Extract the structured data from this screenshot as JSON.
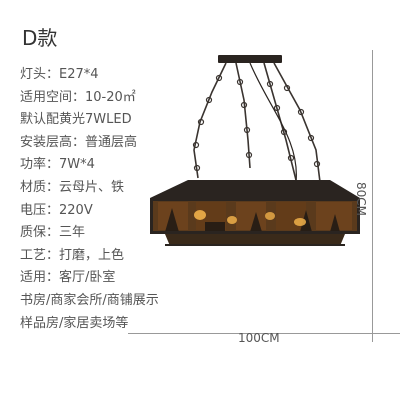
{
  "title": "D款",
  "specs": [
    "灯头：E27*4",
    "适用空间：10-20㎡",
    "默认配黄光7WLED",
    "安装层高：普通层高",
    "功率：7W*4",
    "材质：云母片、铁",
    "电压：220V",
    "质保：三年",
    "工艺：打磨，上色",
    "适用：客厅/卧室",
    "书房/商家会所/商铺展示",
    "样品房/家居卖场等"
  ],
  "dimensions": {
    "width_label": "100CM",
    "height_label": "80CM"
  },
  "colors": {
    "frame": "#2a2420",
    "mica": "#5a3a1c",
    "glow": "#f0b04a",
    "chain": "#3a3430"
  },
  "icons": [
    "pendant-lamp-icon"
  ]
}
